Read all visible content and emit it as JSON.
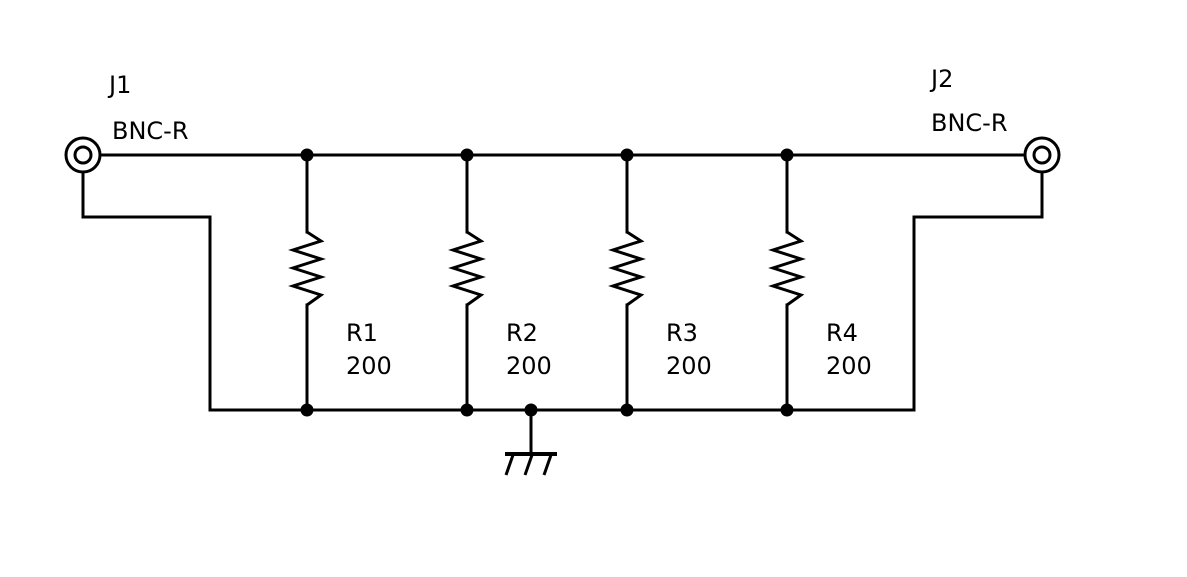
{
  "connectors": [
    {
      "ref": "J1",
      "value": "BNC-R"
    },
    {
      "ref": "J2",
      "value": "BNC-R"
    }
  ],
  "resistors": [
    {
      "ref": "R1",
      "value": "200"
    },
    {
      "ref": "R2",
      "value": "200"
    },
    {
      "ref": "R3",
      "value": "200"
    },
    {
      "ref": "R4",
      "value": "200"
    }
  ],
  "colors": {
    "line": "#000000",
    "background": "#ffffff"
  }
}
